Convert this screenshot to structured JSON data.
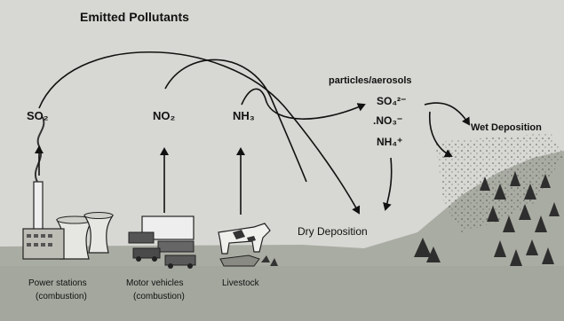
{
  "title": "Emitted Pollutants",
  "emissions": {
    "so2": "SO₂",
    "no2": "NO₂",
    "nh3": "NH₃"
  },
  "particles": {
    "title": "particles/aerosols",
    "so4": "SO₄²⁻",
    "no3": ".NO₃⁻",
    "nh4": "NH₄⁺"
  },
  "deposition": {
    "wet": "Wet Deposition",
    "dry": "Dry Deposition"
  },
  "sources": [
    {
      "line1": "Power stations",
      "line2": "(combustion)"
    },
    {
      "line1": "Motor vehicles",
      "line2": "(combustion)"
    },
    {
      "line1": "Livestock",
      "line2": ""
    }
  ],
  "colors": {
    "background": "#d7d7d3",
    "ground": "#a9aca2",
    "ink": "#111111"
  }
}
